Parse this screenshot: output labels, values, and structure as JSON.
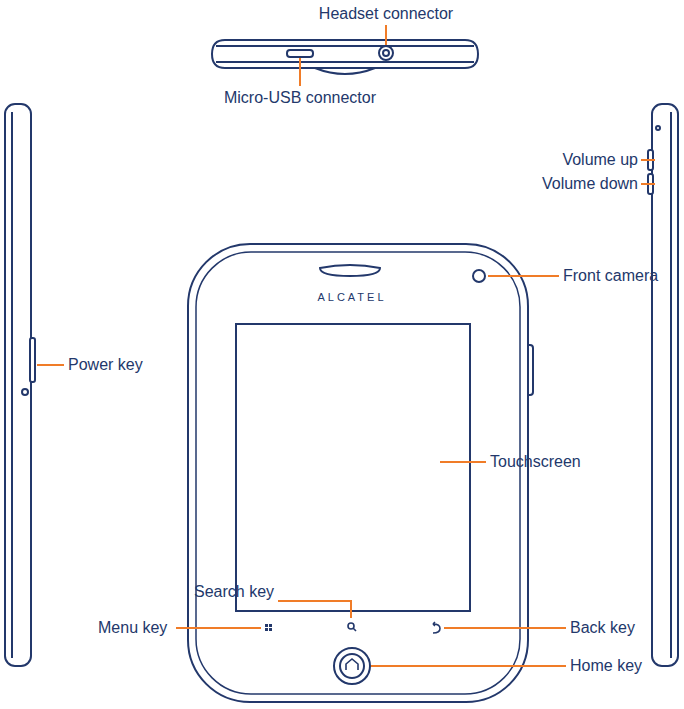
{
  "diagram": {
    "labels": [
      "Headset connector",
      "Micro-USB connector",
      "Volume up",
      "Volume down",
      "Front camera",
      "Power key",
      "ALCATEL",
      "Touchscreen",
      "Search key",
      "Menu key",
      "Back key",
      "Home key"
    ]
  }
}
